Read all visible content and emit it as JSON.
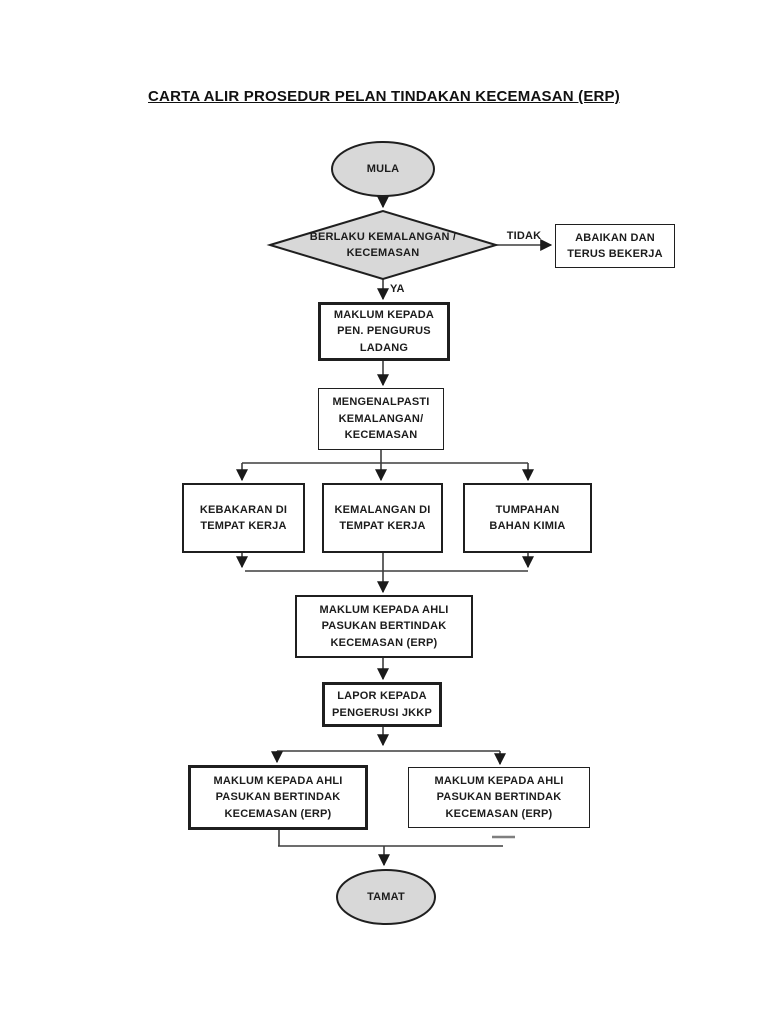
{
  "title": "CARTA ALIR PROSEDUR PELAN TINDAKAN KECEMASAN (ERP)",
  "flow": {
    "start_label": "MULA",
    "decision_label": "BERLAKU KEMALANGAN /\nKECEMASAN",
    "branch_no_label": "TIDAK",
    "branch_yes_label": "YA",
    "ignore_label": "ABAIKAN DAN\nTERUS BEKERJA",
    "inform_manager_label": "MAKLUM KEPADA\nPEN. PENGURUS\nLADANG",
    "identify_label": "MENGENALPASTI\nKEMALANGAN/\nKECEMASAN",
    "fire_label": "KEBAKARAN DI\nTEMPAT KERJA",
    "accident_label": "KEMALANGAN DI\nTEMPAT KERJA",
    "spill_label": "TUMPAHAN\nBAHAN KIMIA",
    "inform_erp_label": "MAKLUM KEPADA AHLI\nPASUKAN BERTINDAK\nKECEMASAN (ERP)",
    "report_label": "LAPOR KEPADA\nPENGERUSI JKKP",
    "inform_erp_left_label": "MAKLUM KEPADA AHLI\nPASUKAN BERTINDAK\nKECEMASAN (ERP)",
    "inform_erp_right_label": "MAKLUM KEPADA AHLI\nPASUKAN BERTINDAK\nKECEMASAN (ERP)",
    "end_label": "TAMAT",
    "colors": {
      "shape_fill": "#d8d8d8",
      "shape_stroke": "#1f1f1f",
      "connector": "#3d3d3d"
    }
  }
}
